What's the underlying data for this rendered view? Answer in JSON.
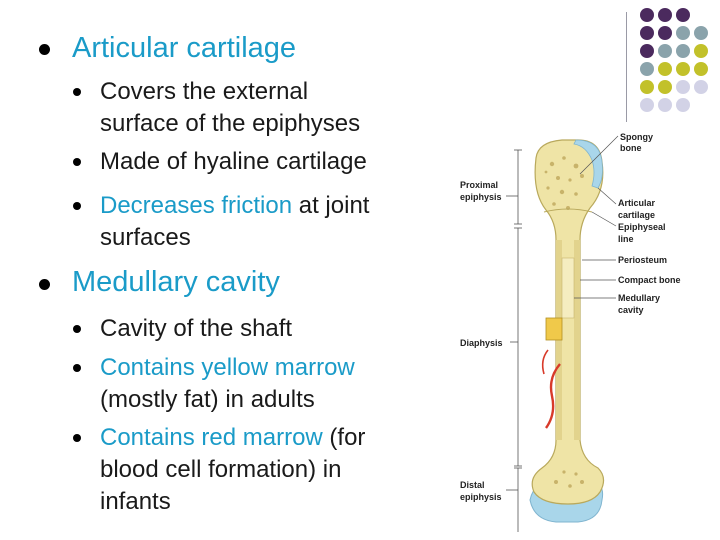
{
  "sections": [
    {
      "heading": "Articular cartilage",
      "items": [
        {
          "line1": "Covers the external",
          "line2": "surface of the epiphyses"
        },
        {
          "line1": "Made of hyaline cartilage"
        },
        {
          "hl": "Decreases friction",
          "rest": " at joint",
          "line2": "surfaces"
        }
      ]
    },
    {
      "heading": "Medullary cavity",
      "items": [
        {
          "line1": "Cavity of the shaft"
        },
        {
          "hl": "Contains yellow marrow",
          "line2": "(mostly fat) in adults"
        },
        {
          "hl": "Contains red marrow",
          "rest": " (for",
          "line2": "blood cell formation) in",
          "line3": "infants"
        }
      ]
    }
  ],
  "figure": {
    "labels": {
      "spongy1": "Spongy",
      "spongy2": "bone",
      "proximal1": "Proximal",
      "proximal2": "epiphysis",
      "articular1": "Articular",
      "articular2": "cartilage",
      "epiphyseal1": "Epiphyseal",
      "epiphyseal2": "line",
      "periosteum": "Periosteum",
      "compact": "Compact bone",
      "medullary1": "Medullary",
      "medullary2": "cavity",
      "diaphysis": "Diaphysis",
      "distal1": "Distal",
      "distal2": "epiphysis"
    }
  },
  "colors": {
    "accent": "#1a9bc8",
    "dot_purple": "#4b2a5e",
    "dot_teal": "#8aa3ab",
    "dot_olive": "#c2c12a",
    "dot_lavender": "#d2d2e6",
    "bone": "#efe4a6",
    "cartilage": "#a9d6ea"
  }
}
